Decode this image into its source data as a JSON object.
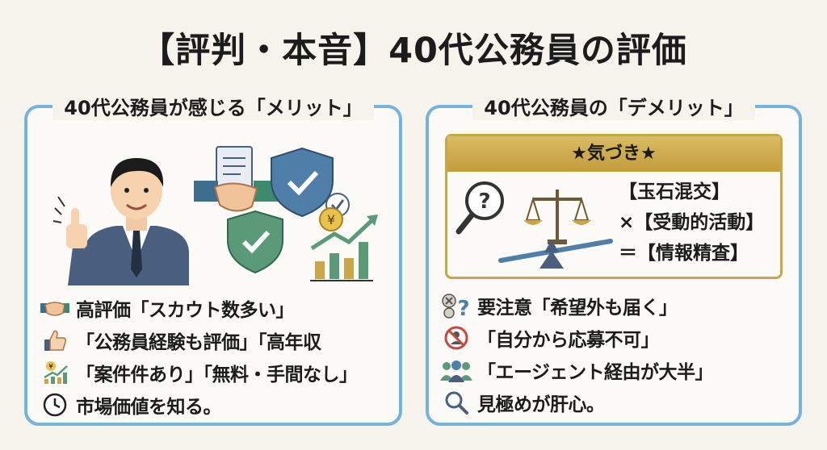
{
  "title": "【評判・本音】40代公務員の評価",
  "merits": {
    "heading": "40代公務員が感じる「メリット」",
    "items": [
      {
        "icon": "handshake-icon",
        "text": "高評価「スカウト数多い」"
      },
      {
        "icon": "thumbs-up-icon",
        "text": "「公務員経験も評価」「高年収"
      },
      {
        "icon": "growth-chart-icon",
        "text": "「案件件あり」「無料・手間なし」"
      },
      {
        "icon": "clock-icon",
        "text": "市場価値を知る。"
      }
    ]
  },
  "demerits": {
    "heading": "40代公務員の「デメリット」",
    "awareness": {
      "label": "★気づき★",
      "formula": [
        "【玉石混交】",
        "×【受動的活動】",
        "＝【情報精査】"
      ]
    },
    "items": [
      {
        "icon": "caution-question-icon",
        "text": "要注意「希望外も届く」"
      },
      {
        "icon": "prohibited-icon",
        "text": "「自分から応募不可」"
      },
      {
        "icon": "agent-group-icon",
        "text": "「エージェント経由が大半」"
      },
      {
        "icon": "magnifier-icon",
        "text": "見極めが肝心。"
      }
    ]
  },
  "colors": {
    "panel_border": "#74b3dc",
    "gold": "#c9a648",
    "suit": "#4a5e7e",
    "shield": "#4f7fa8",
    "green": "#5a9a78"
  }
}
